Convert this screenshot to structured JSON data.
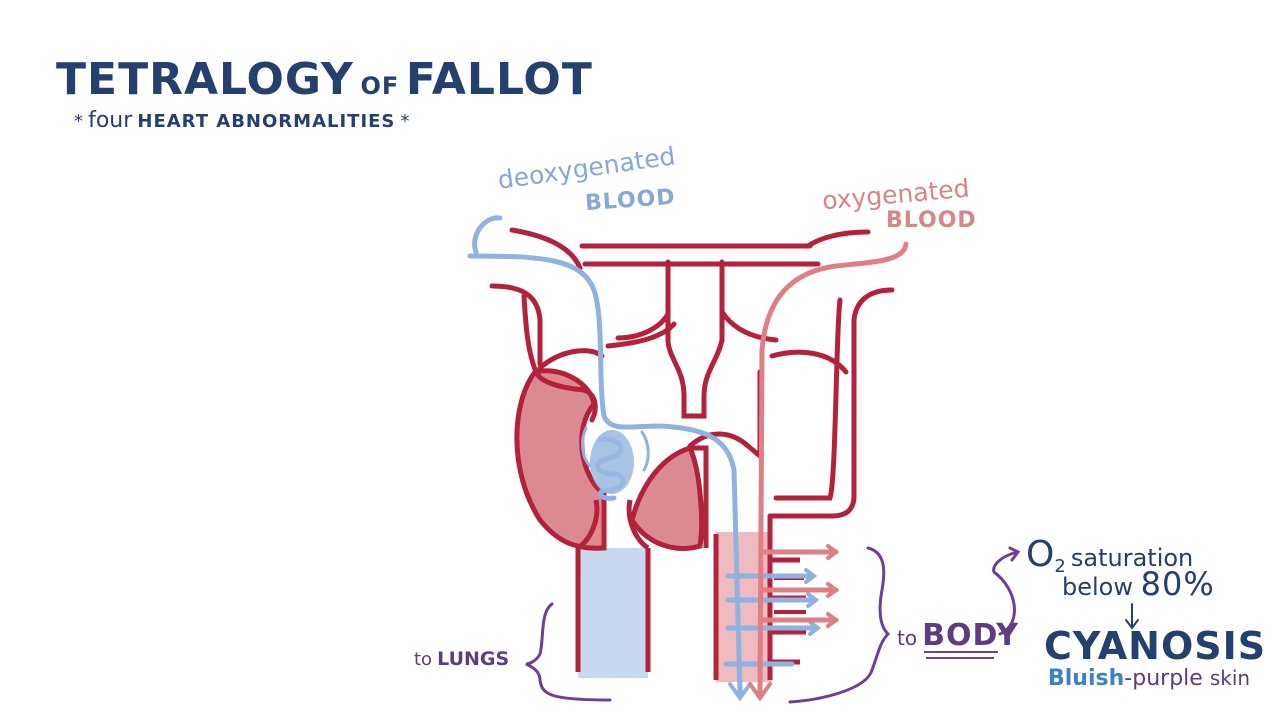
{
  "title": {
    "word1": "TETRALOGY",
    "word2": "OF",
    "word3": "FALLOT"
  },
  "subtitle": {
    "star_left": "*",
    "lower": "four",
    "caps": "HEART ABNORMALITIES",
    "star_right": "*"
  },
  "labels": {
    "deoxy_line1": "deoxygenated",
    "deoxy_line2": "BLOOD",
    "oxy_line1": "oxygenated",
    "oxy_line2": "BLOOD",
    "lungs_to": "to",
    "lungs_word": "LUNGS",
    "body_to": "to",
    "body_word": "BODY"
  },
  "note": {
    "o2_symbol": "O",
    "o2_subscript": "2",
    "saturation": "saturation",
    "below": "below",
    "percent": "80%",
    "cyanosis": "CYANOSIS",
    "skin_a": "Bluish",
    "skin_dash": "-",
    "skin_b": "purple",
    "skin_c": "skin"
  },
  "colors": {
    "heart_outline": "#b3223a",
    "heart_fill": "#dc8a92",
    "deoxygenated": "#8fb2e0",
    "oxygenated": "#e07e85",
    "title_ink": "#23406e",
    "brace_ink": "#6f3f93",
    "cyanosis_blue": "#3d80c4"
  }
}
